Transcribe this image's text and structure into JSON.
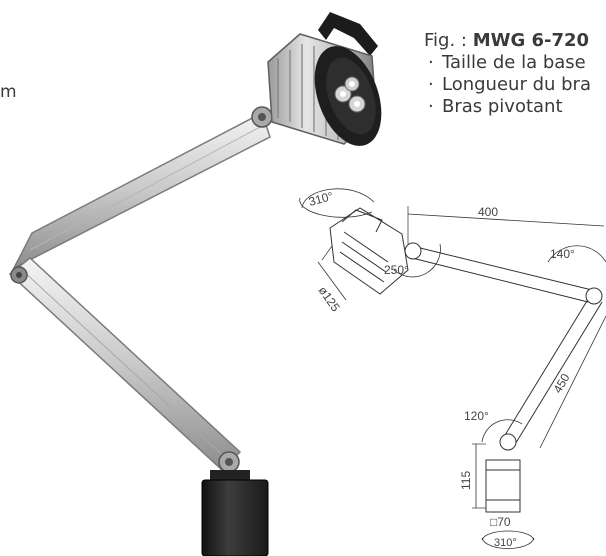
{
  "edge_fragment": "m",
  "caption": {
    "fig_prefix": "Fig. : ",
    "fig_model": "MWG 6-720",
    "items": [
      "Taille de la base",
      "Longueur du bra",
      "Bras pivotant"
    ]
  },
  "drawing": {
    "head_rotation": "310°",
    "upper_arm_length": "400",
    "head_diameter": "ø125",
    "head_tilt": "250°",
    "elbow_angle": "140°",
    "lower_arm_length": "450",
    "base_arm_angle": "120°",
    "base_height": "115",
    "base_size": "□70",
    "base_rotation": "310°"
  }
}
